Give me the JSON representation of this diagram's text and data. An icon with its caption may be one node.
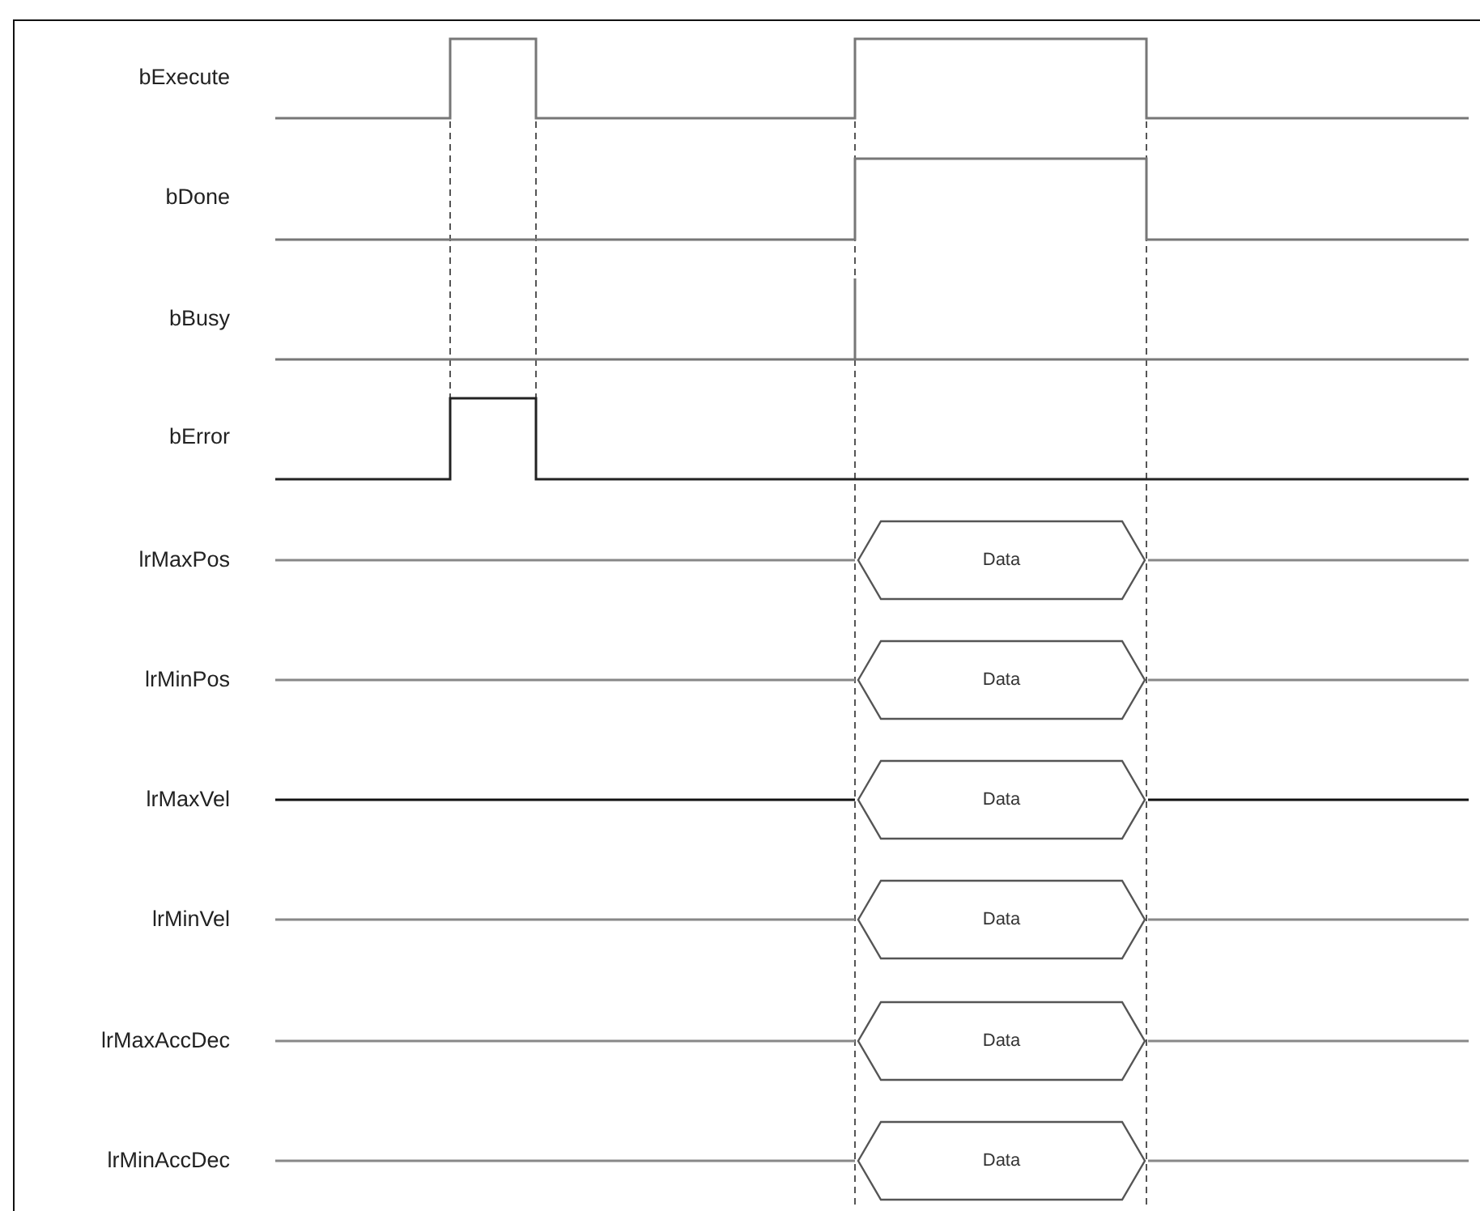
{
  "diagram": {
    "nodes": [
      {
        "text": [
          "Data"
        ]
      },
      {
        "text": [
          "Data"
        ]
      },
      {
        "text": [
          "Data"
        ]
      },
      {
        "text": [
          "Data"
        ]
      },
      {
        "text": [
          "Data"
        ]
      },
      {
        "text": [
          "Data"
        ]
      }
    ],
    "labels": [
      "bExecute",
      "bDone",
      "bBusy",
      "bError",
      "lrMaxPos",
      "lrMinPos",
      "lrMaxVel",
      "lrMinVel",
      "lrMaxAccDec",
      "lrMinAccDec"
    ]
  }
}
